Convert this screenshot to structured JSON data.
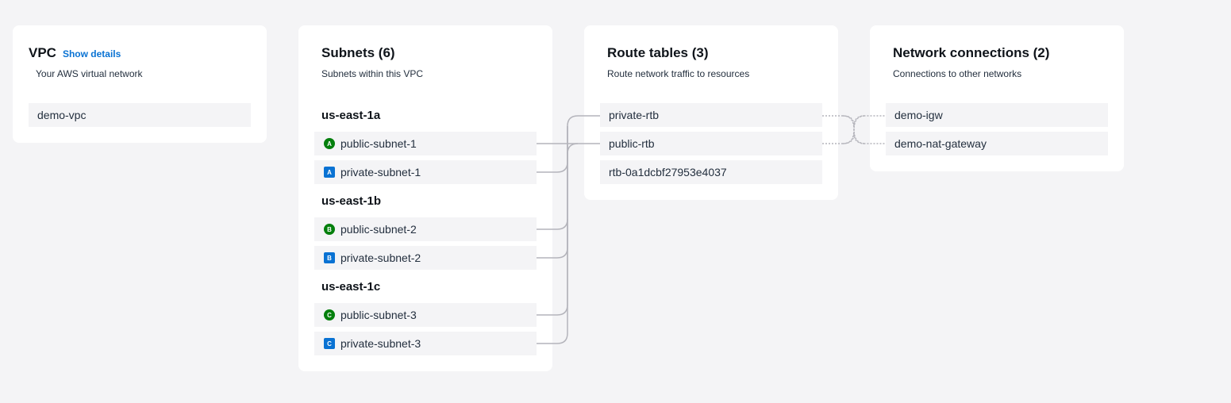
{
  "vpc": {
    "title": "VPC",
    "show_details": "Show details",
    "subtitle": "Your AWS virtual network",
    "items": [
      "demo-vpc"
    ]
  },
  "subnets": {
    "title": "Subnets (6)",
    "subtitle": "Subnets within this VPC",
    "groups": [
      {
        "az": "us-east-1a",
        "items": [
          {
            "label": "public-subnet-1",
            "badge": "A",
            "kind": "public"
          },
          {
            "label": "private-subnet-1",
            "badge": "A",
            "kind": "private"
          }
        ]
      },
      {
        "az": "us-east-1b",
        "items": [
          {
            "label": "public-subnet-2",
            "badge": "B",
            "kind": "public"
          },
          {
            "label": "private-subnet-2",
            "badge": "B",
            "kind": "private"
          }
        ]
      },
      {
        "az": "us-east-1c",
        "items": [
          {
            "label": "public-subnet-3",
            "badge": "C",
            "kind": "public"
          },
          {
            "label": "private-subnet-3",
            "badge": "C",
            "kind": "private"
          }
        ]
      }
    ]
  },
  "route_tables": {
    "title": "Route tables (3)",
    "subtitle": "Route network traffic to resources",
    "items": [
      "private-rtb",
      "public-rtb",
      "rtb-0a1dcbf27953e4037"
    ]
  },
  "network_connections": {
    "title": "Network connections (2)",
    "subtitle": "Connections to other networks",
    "items": [
      "demo-igw",
      "demo-nat-gateway"
    ]
  },
  "colors": {
    "public_badge": "#037f0c",
    "private_badge": "#0972d3",
    "link": "#0972d3",
    "connector": "#b4b4bb"
  }
}
